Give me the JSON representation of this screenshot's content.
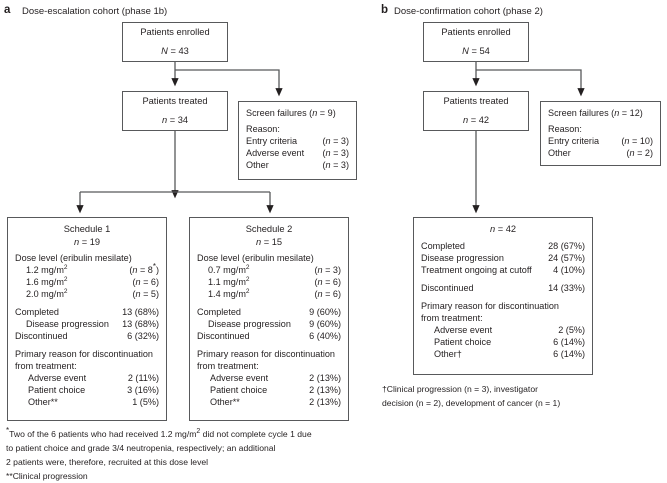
{
  "figure": {
    "panels": [
      {
        "letter": "a",
        "title": "Dose-escalation cohort (phase 1b)",
        "enrolled": {
          "label": "Patients enrolled",
          "count": "N = 43"
        },
        "treated": {
          "label": "Patients treated",
          "count": "n = 34"
        },
        "screen_failures": {
          "title": "Screen failures (n = 9)",
          "reason_label": "Reason:",
          "reasons": [
            {
              "label": "Entry criteria",
              "value": "(n = 3)"
            },
            {
              "label": "Adverse event",
              "value": "(n = 3)"
            },
            {
              "label": "Other",
              "value": "(n = 3)"
            }
          ]
        },
        "arms": [
          {
            "title": "Schedule 1",
            "n": "n = 19",
            "dose_label": "Dose level (eribulin mesilate)",
            "doses": [
              {
                "label": "1.2 mg/m",
                "unit": "2",
                "value": "(n = 8*)"
              },
              {
                "label": "1.6 mg/m",
                "unit": "2",
                "value": "(n = 6)"
              },
              {
                "label": "2.0 mg/m",
                "unit": "2",
                "value": "(n = 5)"
              }
            ],
            "outcomes": [
              {
                "label": "Completed",
                "value": "13 (68%)",
                "indent": 0
              },
              {
                "label": "Disease progression",
                "value": "13 (68%)",
                "indent": 1
              },
              {
                "label": "Discontinued",
                "value": "6 (32%)",
                "indent": 0
              }
            ],
            "reason_heading_1": "Primary reason for discontinuation",
            "reason_heading_2": "from treatment:",
            "reasons": [
              {
                "label": "Adverse event",
                "value": "2 (11%)"
              },
              {
                "label": "Patient choice",
                "value": "3 (16%)"
              },
              {
                "label": "Other**",
                "value": "1 (5%)"
              }
            ]
          },
          {
            "title": "Schedule 2",
            "n": "n = 15",
            "dose_label": "Dose level (eribulin mesilate)",
            "doses": [
              {
                "label": "0.7 mg/m",
                "unit": "2",
                "value": "(n = 3)"
              },
              {
                "label": "1.1 mg/m",
                "unit": "2",
                "value": "(n = 6)"
              },
              {
                "label": "1.4 mg/m",
                "unit": "2",
                "value": "(n = 6)"
              }
            ],
            "outcomes": [
              {
                "label": "Completed",
                "value": "9 (60%)",
                "indent": 0
              },
              {
                "label": "Disease progression",
                "value": "9 (60%)",
                "indent": 1
              },
              {
                "label": "Discontinued",
                "value": "6 (40%)",
                "indent": 0
              }
            ],
            "reason_heading_1": "Primary reason for discontinuation",
            "reason_heading_2": "from treatment:",
            "reasons": [
              {
                "label": "Adverse event",
                "value": "2 (13%)"
              },
              {
                "label": "Patient choice",
                "value": "2 (13%)"
              },
              {
                "label": "Other**",
                "value": "2 (13%)"
              }
            ]
          }
        ],
        "footnotes": [
          "*Two of the 6 patients who had received 1.2 mg/m2 did not complete cycle 1 due",
          "to patient choice and grade 3/4 neutropenia, respectively; an additional",
          "2 patients were, therefore, recruited at this dose level",
          "**Clinical progression"
        ]
      },
      {
        "letter": "b",
        "title": "Dose-confirmation cohort (phase 2)",
        "enrolled": {
          "label": "Patients enrolled",
          "count": "N = 54"
        },
        "treated": {
          "label": "Patients treated",
          "count": "n = 42"
        },
        "screen_failures": {
          "title": "Screen failures (n = 12)",
          "reason_label": "Reason:",
          "reasons": [
            {
              "label": "Entry criteria",
              "value": "(n = 10)"
            },
            {
              "label": "Other",
              "value": "(n = 2)"
            }
          ]
        },
        "results": {
          "n": "n = 42",
          "outcomes": [
            {
              "label": "Completed",
              "value": "28 (67%)",
              "indent": 0
            },
            {
              "label": "Disease progression",
              "value": "24 (57%)",
              "indent": 0
            },
            {
              "label": "Treatment ongoing at cutoff",
              "value": "4 (10%)",
              "indent": 0
            },
            {
              "label": "Discontinued",
              "value": "14 (33%)",
              "indent": 0
            }
          ],
          "reason_heading_1": "Primary reason for discontinuation",
          "reason_heading_2": "from treatment:",
          "reasons": [
            {
              "label": "Adverse event",
              "value": "2 (5%)"
            },
            {
              "label": "Patient choice",
              "value": "6 (14%)"
            },
            {
              "label": "Other†",
              "value": "6 (14%)"
            }
          ]
        },
        "footnotes": [
          "†Clinical progression (n = 3), investigator",
          "decision (n = 2), development of cancer (n = 1)"
        ]
      }
    ]
  },
  "colors": {
    "line": "#58595b",
    "arrow": "#231f20",
    "text": "#231f20",
    "background": "#ffffff"
  }
}
